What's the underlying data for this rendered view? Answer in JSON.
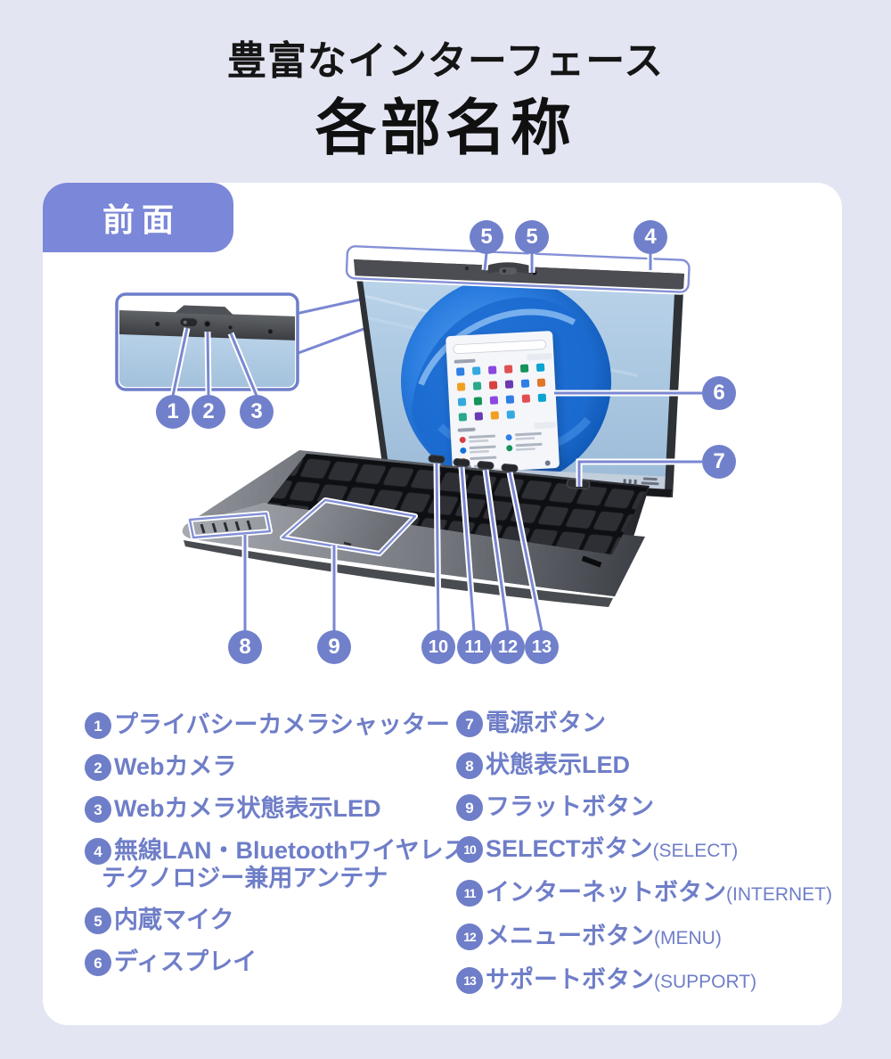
{
  "header": {
    "subtitle": "豊富なインターフェース",
    "title": "各部名称"
  },
  "panel": {
    "label": "前面"
  },
  "callouts": [
    "5",
    "5",
    "4",
    "1",
    "2",
    "3",
    "6",
    "7",
    "8",
    "9",
    "10",
    "11",
    "12",
    "13"
  ],
  "legend": {
    "left": [
      {
        "num": "1",
        "text": "プライバシーカメラシャッター"
      },
      {
        "num": "2",
        "text": "Webカメラ"
      },
      {
        "num": "3",
        "text": "Webカメラ状態表示LED"
      },
      {
        "num": "4",
        "text": "無線LAN・Bluetoothワイヤレス",
        "text2": "テクノロジー兼用アンテナ"
      },
      {
        "num": "5",
        "text": "内蔵マイク"
      },
      {
        "num": "6",
        "text": "ディスプレイ"
      }
    ],
    "right": [
      {
        "num": "7",
        "text": "電源ボタン"
      },
      {
        "num": "8",
        "text": "状態表示LED"
      },
      {
        "num": "9",
        "text": "フラットボタン"
      },
      {
        "num": "10",
        "text": "SELECTボタン",
        "suffix": "(SELECT)"
      },
      {
        "num": "11",
        "text": "インターネットボタン",
        "suffix": "(INTERNET)"
      },
      {
        "num": "12",
        "text": "メニューボタン",
        "suffix": "(MENU)"
      },
      {
        "num": "13",
        "text": "サポートボタン",
        "suffix": "(SUPPORT)"
      }
    ]
  },
  "colors": {
    "accent": "#6f7ec8",
    "badge": "#7b87d8",
    "callout_circle": "#7180cb",
    "background": "#e3e5f2",
    "card": "#ffffff",
    "title_text": "#101010"
  }
}
